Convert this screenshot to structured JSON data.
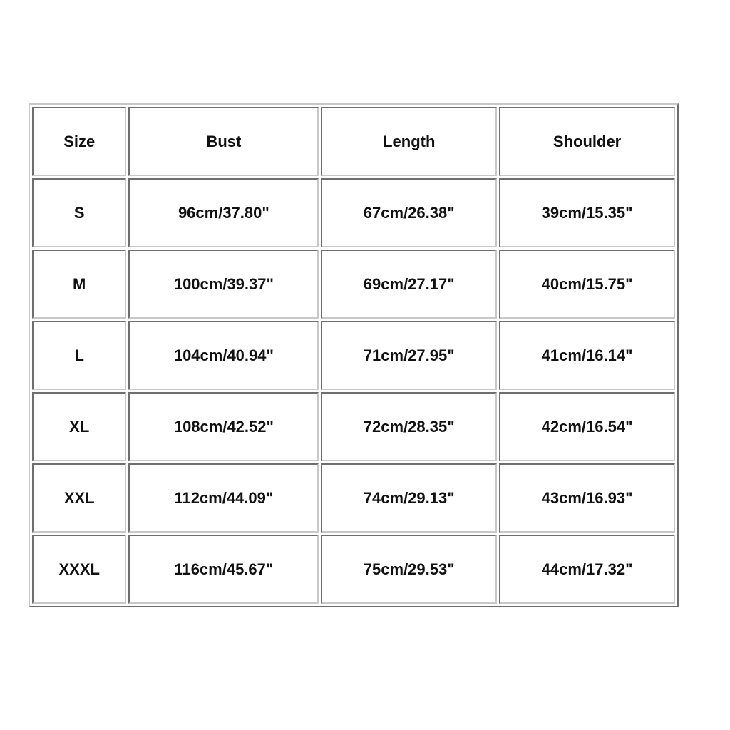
{
  "table": {
    "headers": {
      "size": "Size",
      "bust": "Bust",
      "length": "Length",
      "shoulder": "Shoulder"
    },
    "rows": [
      {
        "size": "S",
        "bust": "96cm/37.80\"",
        "length": "67cm/26.38\"",
        "shoulder": "39cm/15.35\""
      },
      {
        "size": "M",
        "bust": "100cm/39.37\"",
        "length": "69cm/27.17\"",
        "shoulder": "40cm/15.75\""
      },
      {
        "size": "L",
        "bust": "104cm/40.94\"",
        "length": "71cm/27.95\"",
        "shoulder": "41cm/16.14\""
      },
      {
        "size": "XL",
        "bust": "108cm/42.52\"",
        "length": "72cm/28.35\"",
        "shoulder": "42cm/16.54\""
      },
      {
        "size": "XXL",
        "bust": "112cm/44.09\"",
        "length": "74cm/29.13\"",
        "shoulder": "43cm/16.93\""
      },
      {
        "size": "XXXL",
        "bust": "116cm/45.67\"",
        "length": "75cm/29.53\"",
        "shoulder": "44cm/17.32\""
      }
    ]
  }
}
